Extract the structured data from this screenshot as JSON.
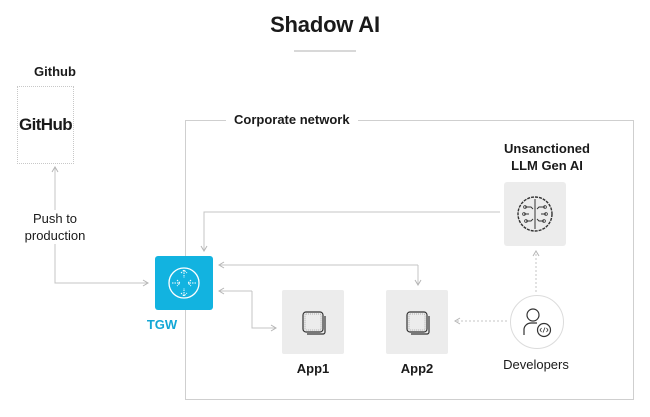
{
  "title": "Shadow AI",
  "github": {
    "label": "Github",
    "logo_text": "GitHub",
    "icon": "github-logo"
  },
  "corporate_network": {
    "label": "Corporate network"
  },
  "push_label_line1": "Push to",
  "push_label_line2": "production",
  "tgw": {
    "label": "TGW",
    "icon": "router-icon",
    "color": "#12b3e0"
  },
  "apps": [
    {
      "label": "App1",
      "icon": "stacked-squares-icon"
    },
    {
      "label": "App2",
      "icon": "stacked-squares-icon"
    }
  ],
  "llm": {
    "label_line1": "Unsanctioned",
    "label_line2": "LLM Gen AI",
    "icon": "ai-brain-circuit-icon"
  },
  "developers": {
    "label": "Developers",
    "icon": "developer-user-icon"
  }
}
